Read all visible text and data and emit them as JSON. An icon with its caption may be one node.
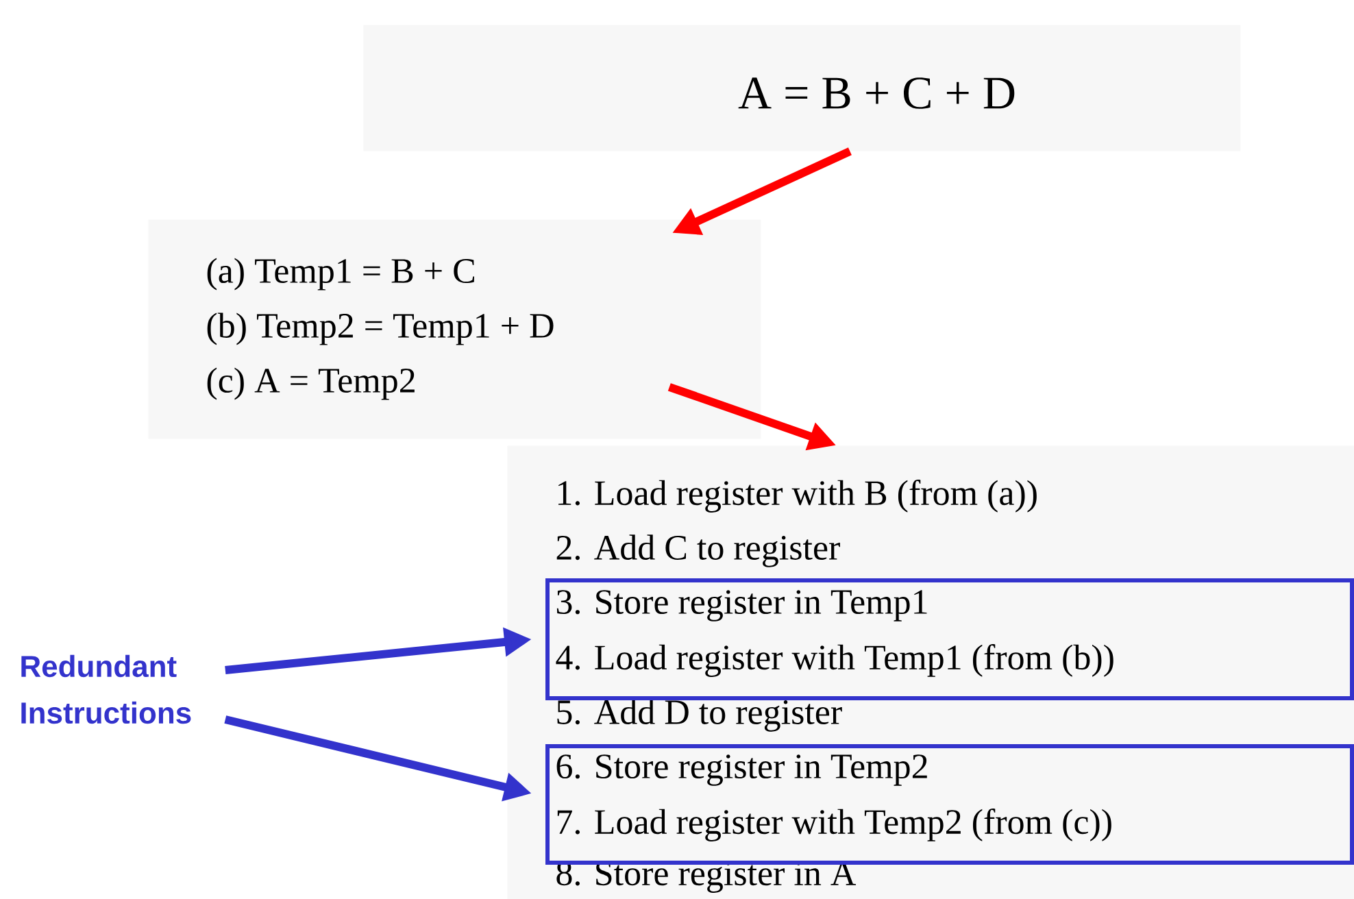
{
  "diagram": {
    "nodes": [
      {
        "text": [
          "A = B + C + D"
        ]
      },
      {
        "text": [
          "(a) Temp1 = B + C",
          "(b) Temp2 = Temp1 + D",
          "(c) A = Temp2"
        ]
      },
      {
        "text": [
          "1. Load register with B (from (a))",
          "2. Add C to register",
          "5. Add D to register",
          "8. Store register in A"
        ]
      },
      {
        "text": [
          "3. Store register in Temp1",
          "4. Load register with Temp1 (from (b))"
        ],
        "in": 2
      },
      {
        "text": [
          "6. Store register in Temp2",
          "7. Load register with Temp2 (from (c))"
        ],
        "in": 2
      },
      {
        "text": [
          "Redundant Instructions"
        ]
      }
    ],
    "edges": [
      {
        "from": 0,
        "to": 1,
        "arrow": "to",
        "color": "#ff0000"
      },
      {
        "from": 1,
        "to": 2,
        "arrow": "to",
        "color": "#ff0000"
      },
      {
        "from": 5,
        "to": 3,
        "arrow": "to",
        "color": "#3333cc"
      },
      {
        "from": 5,
        "to": 4,
        "arrow": "to",
        "color": "#3333cc"
      }
    ]
  }
}
